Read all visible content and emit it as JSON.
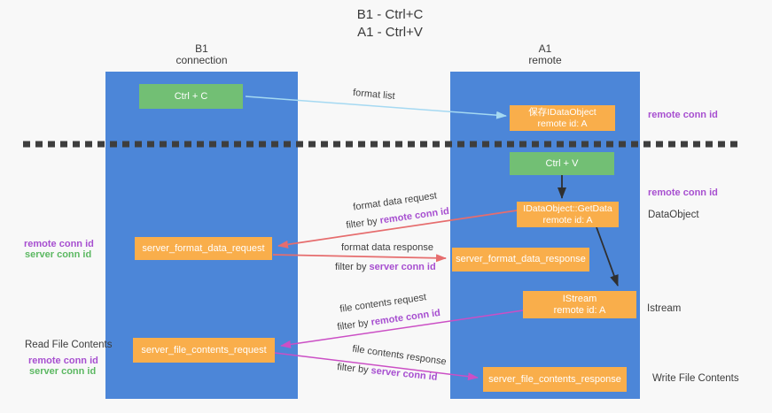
{
  "title": {
    "line1": "B1 - Ctrl+C",
    "line2": "A1 - Ctrl+V"
  },
  "lifelines": {
    "left": {
      "name": "B1",
      "role": "connection"
    },
    "right": {
      "name": "A1",
      "role": "remote"
    }
  },
  "boxes": {
    "ctrl_c": {
      "label": "Ctrl + C"
    },
    "ctrl_v": {
      "label": "Ctrl + V"
    },
    "save_dataobject": {
      "line1": "保存IDataObject",
      "line2": "remote id: A"
    },
    "getdata": {
      "line1": "IDataObject::GetData",
      "line2": "remote id: A"
    },
    "istream": {
      "line1": "IStream",
      "line2": "remote id: A"
    },
    "format_request": {
      "label": "server_format_data_request"
    },
    "format_response": {
      "label": "server_format_data_response"
    },
    "file_request": {
      "label": "server_file_contents_request"
    },
    "file_response": {
      "label": "server_file_contents_response"
    }
  },
  "left_labels": {
    "group1_remote": "remote conn id",
    "group1_server": "server conn id",
    "read_file": "Read File Contents",
    "group2_remote": "remote conn id",
    "group2_server": "server conn id"
  },
  "right_labels": {
    "remote1": "remote conn id",
    "remote2": "remote conn id",
    "dataobject": "DataObject",
    "istream": "Istream",
    "write_file": "Write File Contents"
  },
  "flow_labels": {
    "format_list": "format list",
    "format_request": "format data request",
    "format_request_filter_prefix": "filter by ",
    "format_request_filter_key": "remote conn id",
    "format_response": "format data response",
    "format_response_filter_prefix": "filter by ",
    "format_response_filter_key": "server conn id",
    "file_request": "file contents request",
    "file_request_filter_prefix": "filter by ",
    "file_request_filter_key": "remote conn id",
    "file_response": "file contents response",
    "file_response_filter_prefix": "filter by ",
    "file_response_filter_key": "server conn id"
  },
  "colors": {
    "background": "#f8f8f8",
    "column_blue": "#4c86d8",
    "box_orange": "#f9ae4b",
    "box_green": "#72bf74",
    "arrow_lightblue": "#a5d9f2",
    "arrow_red": "#e66d6e",
    "arrow_magenta": "#cb4fc5",
    "arrow_black": "#2f2f2f",
    "text_purple": "#a74fd0",
    "text_green": "#5cb862",
    "text_dark": "#3c3c3c"
  }
}
